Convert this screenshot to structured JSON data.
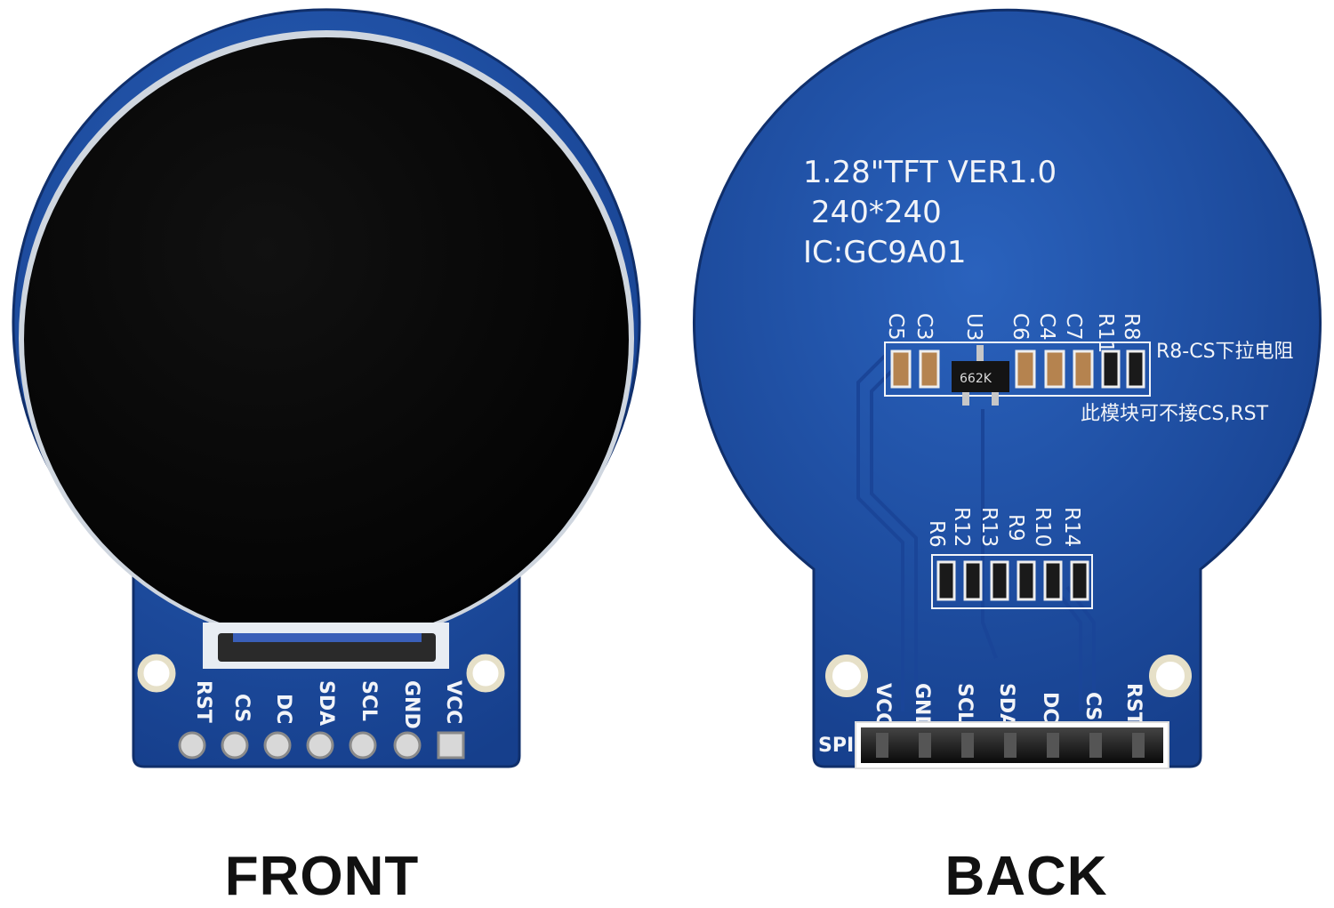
{
  "captions": {
    "front": "FRONT",
    "back": "BACK"
  },
  "front_pins": [
    "RST",
    "CS",
    "DC",
    "SDA",
    "SCL",
    "GND",
    "VCC"
  ],
  "back_pins": [
    "VCC",
    "GND",
    "SCL",
    "SDA",
    "DC",
    "CS",
    "RST"
  ],
  "back_text": {
    "line1": "1.28\"TFT  VER1.0",
    "line2": "240*240",
    "line3": "IC:GC9A01",
    "spi": "SPI",
    "note1": "R8-CS下拉电阻",
    "note2": "此模块可不接CS,RST",
    "chip": "662K"
  },
  "parts_top": [
    "C5",
    "C3",
    "U3",
    "C6",
    "C4",
    "C7",
    "R11",
    "R8"
  ],
  "parts_bottom": [
    "R6",
    "R12",
    "R13",
    "R9",
    "R10",
    "R14"
  ],
  "colors": {
    "pcb": "#1c4fa3",
    "pcb_dark": "#143f86",
    "screen": "#050505",
    "silk": "#f2f4f8"
  }
}
